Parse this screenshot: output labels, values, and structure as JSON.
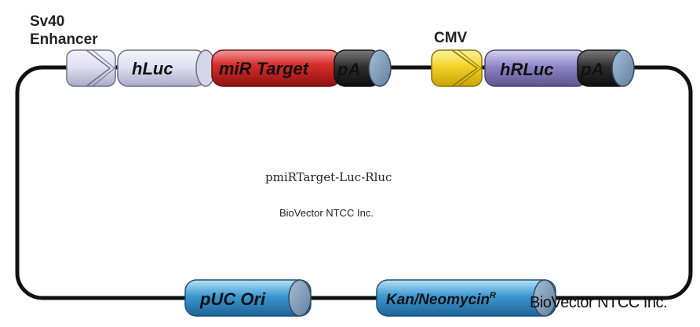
{
  "labels": {
    "sv40_line1": "Sv40",
    "sv40_line2": "Enhancer",
    "cmv": "CMV"
  },
  "segments": {
    "hluc": "hLuc",
    "mir_target": "miR Target",
    "pa1": "pA",
    "hrluc": "hRLuc",
    "pa2": "pA",
    "puc_ori": "pUC Ori",
    "kan_neo": "Kan/Neomycin",
    "kan_neo_sup": "R"
  },
  "center": {
    "plasmid_name": "pmiRTarget-Luc-Rluc",
    "company": "BioVector NTCC Inc."
  },
  "watermark": "BioVector NTCC Inc.",
  "colors": {
    "enhancer": "#d8dcef",
    "hluc": "#e2e2f2",
    "mir_target": "#d92d2d",
    "pa": "#2a2a2a",
    "cmv": "#f3d22a",
    "hrluc": "#8f86c6",
    "blue_marker": "#3b98d2",
    "end_cap": "#7f9bb6",
    "backbone": "#111111"
  }
}
